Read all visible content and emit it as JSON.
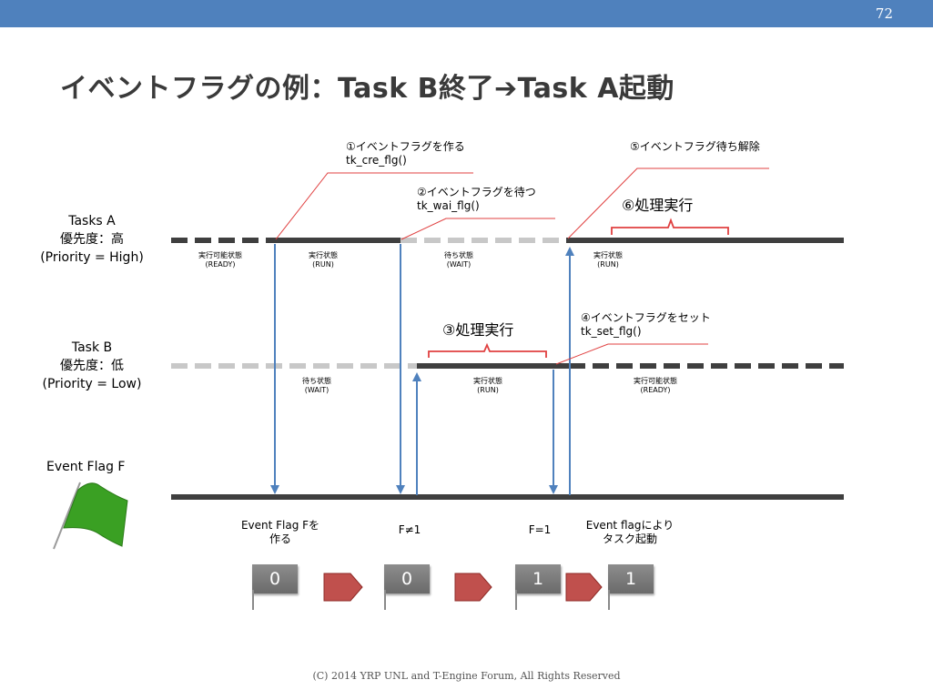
{
  "page_number": "72",
  "title": "イベントフラグの例：Task B終了➔Task A起動",
  "task_a": {
    "name": "Tasks A",
    "priority": "優先度：高",
    "priority_en": "(Priority = High)"
  },
  "task_b": {
    "name": "Task B",
    "priority": "優先度：低",
    "priority_en": "(Priority = Low)"
  },
  "event_flag_label": "Event Flag F",
  "annotations": {
    "a1": "①イベントフラグを作る",
    "a1_api": "tk_cre_flg()",
    "a2": "②イベントフラグを待つ",
    "a2_api": "tk_wai_flg()",
    "a3": "③処理実行",
    "a4": "④イベントフラグをセット",
    "a4_api": "tk_set_flg()",
    "a5": "⑤イベントフラグ待ち解除",
    "a6": "⑥処理実行"
  },
  "states_a": [
    {
      "jp": "実行可能状態",
      "en": "(READY)"
    },
    {
      "jp": "実行状態",
      "en": "(RUN)"
    },
    {
      "jp": "待ち状態",
      "en": "(WAIT)"
    },
    {
      "jp": "実行状態",
      "en": "(RUN)"
    }
  ],
  "states_b": [
    {
      "jp": "待ち状態",
      "en": "(WAIT)"
    },
    {
      "jp": "実行状態",
      "en": "(RUN)"
    },
    {
      "jp": "実行可能状態",
      "en": "(READY)"
    }
  ],
  "flag_events": [
    {
      "line1": "Event Flag Fを",
      "line2": "作る"
    },
    {
      "line1": "F≠1",
      "line2": ""
    },
    {
      "line1": "F=1",
      "line2": ""
    },
    {
      "line1": "Event flagにより",
      "line2": "タスク起動"
    }
  ],
  "flag_values": [
    "0",
    "0",
    "1",
    "1"
  ],
  "colors": {
    "header": "#4f81bd",
    "timeline": "#3f3f3f",
    "wait": "#c8c8c8",
    "arrow": "#4f81bd",
    "callout": "#e04040",
    "flag_green": "#3aa023",
    "chevron": "#c0504d"
  },
  "footer": "(C) 2014 YRP UNL and T-Engine Forum, All Rights Reserved"
}
